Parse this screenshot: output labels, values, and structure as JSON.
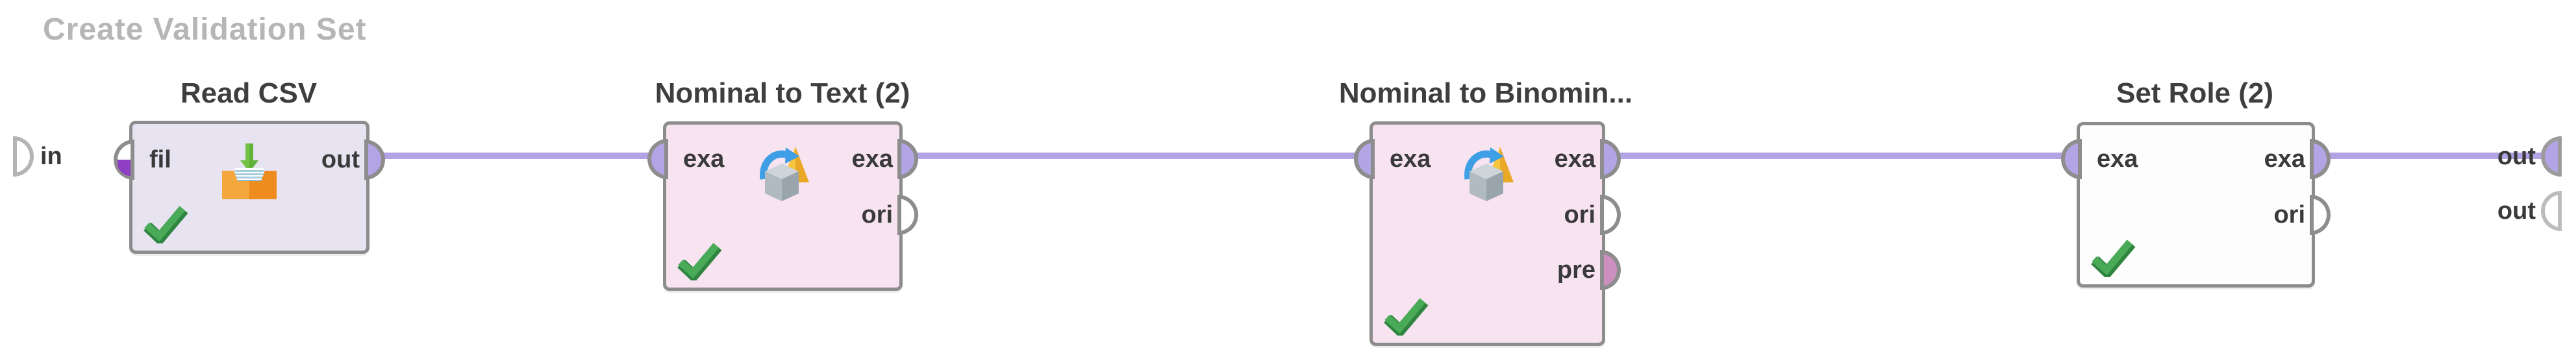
{
  "header": {
    "title": "Create Validation Set"
  },
  "process_ports": {
    "input": {
      "label": "in",
      "connected": false
    },
    "outputs": [
      {
        "label": "out",
        "connected": true
      },
      {
        "label": "out",
        "connected": false
      }
    ]
  },
  "operators": [
    {
      "title": "Read CSV",
      "fill_color": "#e7e3f1",
      "icon": "csv-import-icon",
      "status_icon": "success-check-icon",
      "input_ports": [
        {
          "label": "fil",
          "style": "file-half-filled-purple"
        }
      ],
      "output_ports": [
        {
          "label": "out",
          "connected": true
        }
      ]
    },
    {
      "title": "Nominal to Text (2)",
      "fill_color": "#f8e3f0",
      "icon": "type-conversion-icon",
      "status_icon": "success-check-icon",
      "input_ports": [
        {
          "label": "exa",
          "connected": true
        }
      ],
      "output_ports": [
        {
          "label": "exa",
          "connected": true
        },
        {
          "label": "ori",
          "connected": false
        }
      ]
    },
    {
      "title": "Nominal to Binomin...",
      "fill_color": "#f8e3f0",
      "icon": "type-conversion-icon",
      "status_icon": "success-check-icon",
      "input_ports": [
        {
          "label": "exa",
          "connected": true
        }
      ],
      "output_ports": [
        {
          "label": "exa",
          "connected": true
        },
        {
          "label": "ori",
          "connected": false
        },
        {
          "label": "pre",
          "connected": false,
          "color": "#cc8fc0"
        }
      ]
    },
    {
      "title": "Set Role (2)",
      "fill_color": "#fdfdfd",
      "icon": "none",
      "status_icon": "success-check-icon",
      "input_ports": [
        {
          "label": "exa",
          "connected": true
        }
      ],
      "output_ports": [
        {
          "label": "exa",
          "connected": true
        },
        {
          "label": "ori",
          "connected": false
        }
      ]
    }
  ],
  "connections": [
    {
      "from": "Read CSV / out",
      "to": "Nominal to Text (2) / exa"
    },
    {
      "from": "Nominal to Text (2) / exa",
      "to": "Nominal to Binomin... / exa"
    },
    {
      "from": "Nominal to Binomin... / exa",
      "to": "Set Role (2) / exa"
    },
    {
      "from": "Set Role (2) / exa",
      "to": "out"
    }
  ],
  "colors": {
    "wire": "#b2a4e4",
    "port_fill": "#b3a5e5",
    "port_pre": "#cc8fc0",
    "port_file_purple": "#8e3fc4",
    "box_border": "#8c8c8c",
    "box_csv": "#e7e3f1",
    "box_pink": "#f8e3f0",
    "box_white": "#fdfdfd",
    "title_text": "#3e3e3e",
    "header_text": "#b6b6b6",
    "check_green": "#49ab57"
  }
}
